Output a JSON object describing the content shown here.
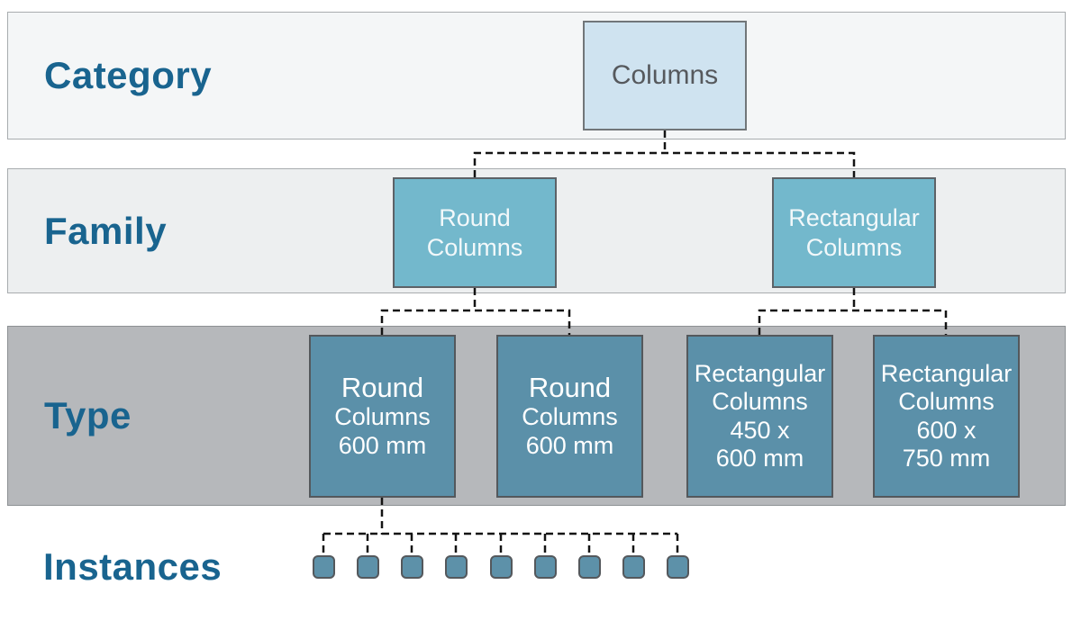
{
  "rows": {
    "category": "Category",
    "family": "Family",
    "type": "Type",
    "instances": "Instances"
  },
  "category_box": {
    "label": "Columns"
  },
  "family_boxes": [
    {
      "label": "Round\nColumns"
    },
    {
      "label": "Rectangular\nColumns"
    }
  ],
  "type_boxes": [
    {
      "line1": "Round",
      "rest": "Columns\n600 mm"
    },
    {
      "line1": "Round",
      "rest": "Columns\n600 mm"
    },
    {
      "line1": "Rectangular",
      "rest": "Columns\n450 x\n600 mm"
    },
    {
      "line1": "Rectangular",
      "rest": "Columns\n600 x\n750 mm"
    }
  ],
  "instances": {
    "count": 9
  },
  "colors": {
    "label_blue": "#19648F",
    "category_band_fill": "#F4F6F7",
    "family_band_fill": "#EDEFF0",
    "type_band_fill": "#B6B8BB",
    "band_border": "#A8ACAF",
    "category_box_fill": "#CFE3F0",
    "category_box_text": "#56595D",
    "family_box_fill": "#73B8CC",
    "type_box_fill": "#5B90A9",
    "instance_fill": "#5D91A9",
    "box_border": "#54585C",
    "connector": "#141414"
  }
}
